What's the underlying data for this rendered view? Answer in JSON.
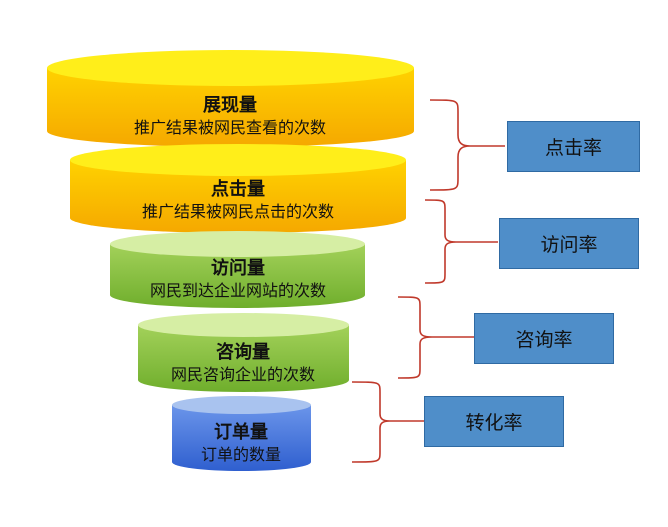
{
  "colors": {
    "yellow_top": "#ffee1a",
    "yellow_body": "#ffbf00",
    "green_top": "#d6eea4",
    "green_body": "#86c13d",
    "blue_top": "#a9c3ef",
    "blue_body": "#3f72d8",
    "bracket": "#c0392b",
    "rate_box": "#4f8ec9"
  },
  "stages": [
    {
      "title": "展现量",
      "subtitle": "推广结果被网民查看的次数",
      "color": "yellow"
    },
    {
      "title": "点击量",
      "subtitle": "推广结果被网民点击的次数",
      "color": "yellow"
    },
    {
      "title": "访问量",
      "subtitle": "网民到达企业网站的次数",
      "color": "green"
    },
    {
      "title": "咨询量",
      "subtitle": "网民咨询企业的次数",
      "color": "green"
    },
    {
      "title": "订单量",
      "subtitle": "订单的数量",
      "color": "blue"
    }
  ],
  "rates": [
    {
      "label": "点击率"
    },
    {
      "label": "访问率"
    },
    {
      "label": "咨询率"
    },
    {
      "label": "转化率"
    }
  ]
}
